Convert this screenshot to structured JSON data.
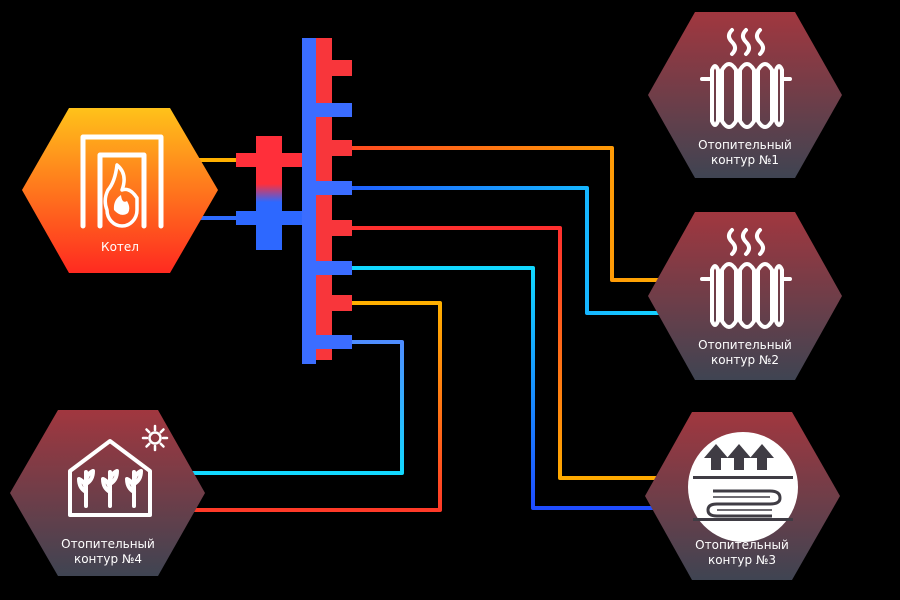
{
  "boiler": {
    "label": "Котел",
    "icon": "boiler-flame-icon"
  },
  "circuits": [
    {
      "line1": "Отопительный",
      "line2": "контур №1",
      "icon": "radiator-icon"
    },
    {
      "line1": "Отопительный",
      "line2": "контур №2",
      "icon": "radiator-icon"
    },
    {
      "line1": "Отопительный",
      "line2": "контур №3",
      "icon": "underfloor-heating-icon"
    },
    {
      "line1": "Отопительный",
      "line2": "контур №4",
      "icon": "greenhouse-icon"
    }
  ],
  "colors": {
    "supply": "#ff2a2a",
    "return": "#1565ff",
    "supply_warm": "#ffb000",
    "return_light": "#12d8ff",
    "manifold_supply": "#f8363b",
    "manifold_return": "#3b6dff",
    "hex_red_top": "#a1373f",
    "hex_gray_bottom": "#3f4452",
    "boiler_top": "#ffc21a",
    "boiler_bottom": "#ff2a20",
    "background": "#000000"
  }
}
